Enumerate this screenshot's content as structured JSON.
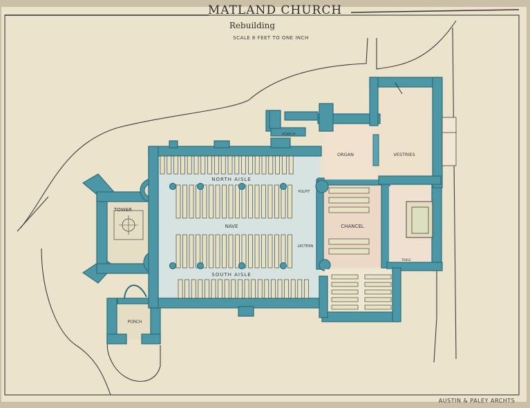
{
  "title": {
    "main": "MATLAND CHURCH",
    "sub": "Rebuilding",
    "scale": "SCALE 8 FEET TO ONE INCH"
  },
  "rooms": {
    "tower": "TOWER",
    "porch_west": "PORCH",
    "porch_north": "PORCH",
    "nave": "NAVE",
    "north_aisle": "NORTH AISLE",
    "south_aisle": "SOUTH AISLE",
    "organ": "ORGAN",
    "vestries": "VESTRIES",
    "chancel": "CHANCEL",
    "pulpit": "PULPIT",
    "lectern": "LECTERN",
    "table": "TABLE"
  },
  "signature": "AUSTIN & PALEY ARCHTS",
  "colors": {
    "paper": "#efe6d2",
    "wall": "#4c97a6",
    "frame": "#cbbfa8"
  }
}
